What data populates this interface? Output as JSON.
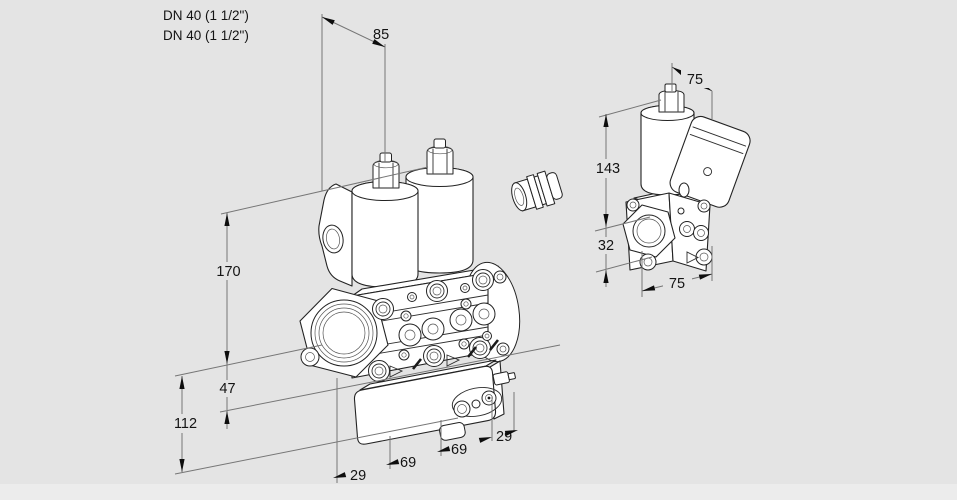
{
  "page": {
    "background_color": "#e4e4e4",
    "footer_strip_color": "#ececec"
  },
  "main_view": {
    "port_label_line1": "DN 40 (1 1/2\")",
    "port_label_line2": "DN 40 (1 1/2\")",
    "dims": {
      "coil_offset": "85",
      "height_above_center": "170",
      "center_to_bottom_flange": "47",
      "height_below_center": "112",
      "chain_d1": "29",
      "chain_d2": "69",
      "chain_d3": "69",
      "chain_d4": "29"
    }
  },
  "side_view": {
    "dims": {
      "top_width": "75",
      "height_above_center": "143",
      "height_below_center": "32",
      "bottom_width": "75"
    }
  }
}
